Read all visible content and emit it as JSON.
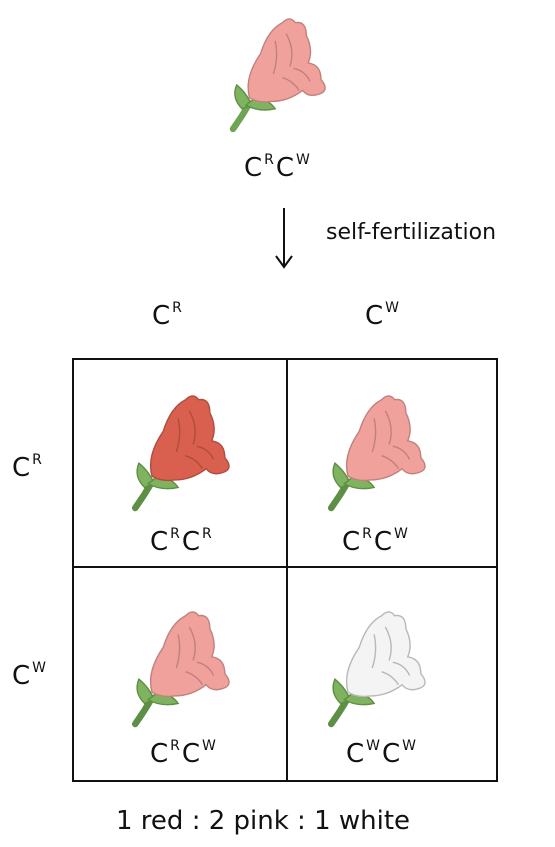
{
  "parent": {
    "genotype": {
      "base1": "C",
      "sup1": "R",
      "base2": "C",
      "sup2": "W"
    },
    "flower_color": "#f0a19c"
  },
  "arrow_label": "self-fertilization",
  "gametes": {
    "top": [
      {
        "base": "C",
        "sup": "R"
      },
      {
        "base": "C",
        "sup": "W"
      }
    ],
    "left": [
      {
        "base": "C",
        "sup": "R"
      },
      {
        "base": "C",
        "sup": "W"
      }
    ]
  },
  "cells": [
    {
      "base1": "C",
      "sup1": "R",
      "base2": "C",
      "sup2": "R",
      "color": "#d9604e"
    },
    {
      "base1": "C",
      "sup1": "R",
      "base2": "C",
      "sup2": "W",
      "color": "#f0a19c"
    },
    {
      "base1": "C",
      "sup1": "R",
      "base2": "C",
      "sup2": "W",
      "color": "#f0a19c"
    },
    {
      "base1": "C",
      "sup1": "W",
      "base2": "C",
      "sup2": "W",
      "color": "#f4f4f4"
    }
  ],
  "ratio": "1 red : 2 pink : 1 white",
  "colors": {
    "stem": "#7fb35f",
    "stem_outline": "#5d8f44"
  }
}
